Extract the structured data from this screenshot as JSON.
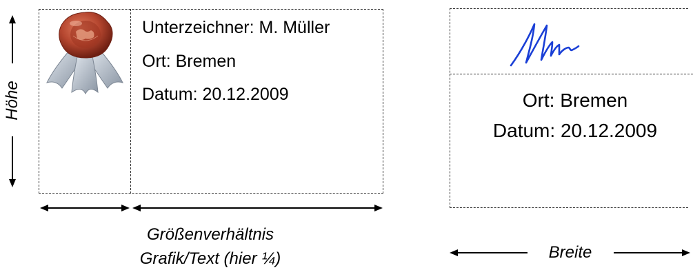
{
  "left_panel": {
    "signer_line": "Unterzeichner: M. Müller",
    "place_line": "Ort: Bremen",
    "date_line": "Datum: 20.12.2009",
    "height_label": "Höhe",
    "ratio_label_line1": "Größenverhältnis",
    "ratio_label_line2": "Grafik/Text (hier ¼)"
  },
  "right_panel": {
    "place_line": "Ort: Bremen",
    "date_line": "Datum: 20.12.2009",
    "width_label": "Breite"
  },
  "colors": {
    "signature": "#1a3fd6",
    "seal_wax": "#b5462f",
    "ribbon": "#a9b3bf"
  },
  "icons": {
    "seal": "wax-seal-icon",
    "signature": "handwritten-signature"
  }
}
